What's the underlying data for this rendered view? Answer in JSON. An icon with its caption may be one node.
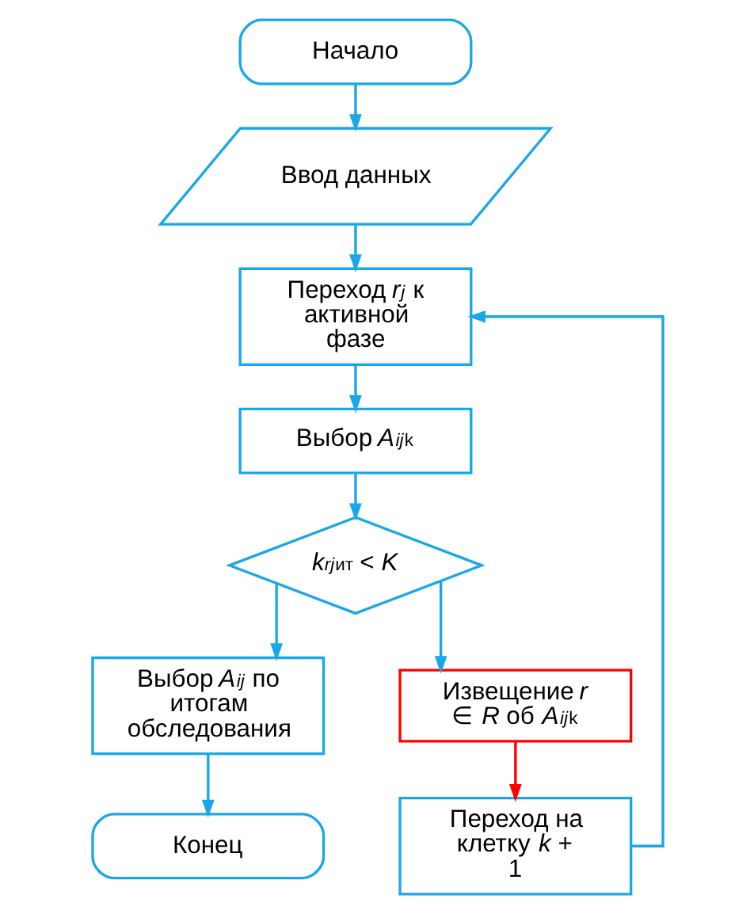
{
  "diagram": {
    "nodes": [
      {
        "text": [
          "Начало"
        ]
      },
      {
        "text": [
          "Ввод данных"
        ]
      },
      {
        "text": [
          "Переход *r*$_{j}$ к активной фазе"
        ]
      },
      {
        "text": [
          "Выбор *A*$_{ij}$$^{k}$"
        ]
      },
      {
        "text": [
          "*k*$_{rj}$$^{ит}$ < *K*"
        ]
      },
      {
        "text": [
          "Выбор *A*$_{ij}$ по итогам обследования"
        ]
      },
      {
        "text": [
          "Конец"
        ]
      },
      {
        "text": [
          "Извещение *r* ∈ *R* об *A*$_{ij}$$^{k}$"
        ]
      },
      {
        "text": [
          "Переход на клетку *k* + 1"
        ]
      }
    ],
    "edges": [
      {
        "from": 0,
        "to": 1,
        "arrow": "to"
      },
      {
        "from": 1,
        "to": 2,
        "arrow": "to"
      },
      {
        "from": 2,
        "to": 3,
        "arrow": "to"
      },
      {
        "from": 3,
        "to": 4,
        "arrow": "to"
      },
      {
        "from": 4,
        "to": 5,
        "arrow": "to"
      },
      {
        "from": 4,
        "to": 7,
        "arrow": "to"
      },
      {
        "from": 5,
        "to": 6,
        "arrow": "to"
      },
      {
        "from": 7,
        "to": 8,
        "arrow": "to",
        "color": "#ff0000"
      },
      {
        "from": 8,
        "to": 2,
        "arrow": "to"
      }
    ]
  }
}
